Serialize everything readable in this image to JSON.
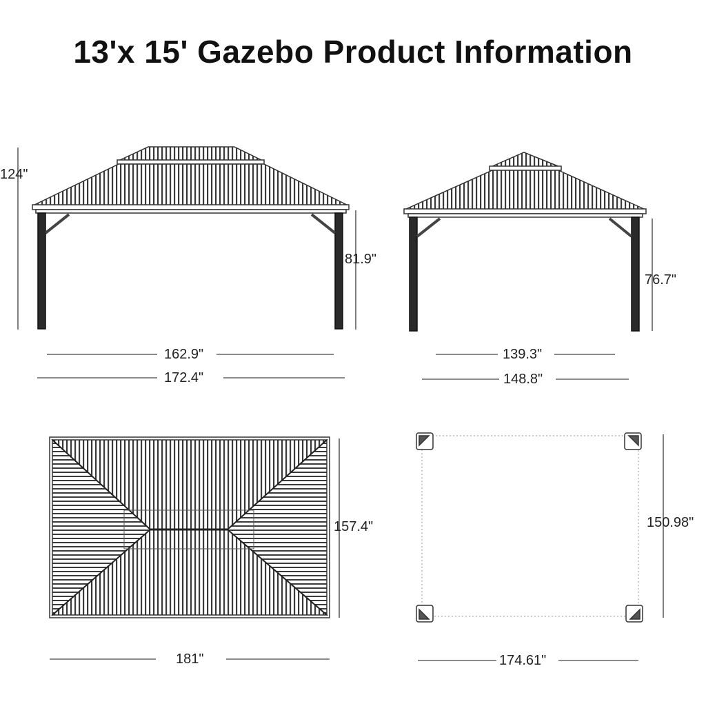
{
  "title": "13'x 15' Gazebo Product Information",
  "views": {
    "front": {
      "total_height": "124\"",
      "post_height": "81.9\"",
      "inner_width": "162.9\"",
      "outer_width": "172.4\""
    },
    "side": {
      "post_height": "76.7\"",
      "inner_width": "139.3\"",
      "outer_width": "148.8\""
    },
    "top": {
      "depth": "157.4\"",
      "width": "181\""
    },
    "base": {
      "depth": "150.98\"",
      "width": "174.61\""
    }
  },
  "colors": {
    "line": "#333333",
    "dim_line": "#444444",
    "post": "#2a2a2a"
  }
}
